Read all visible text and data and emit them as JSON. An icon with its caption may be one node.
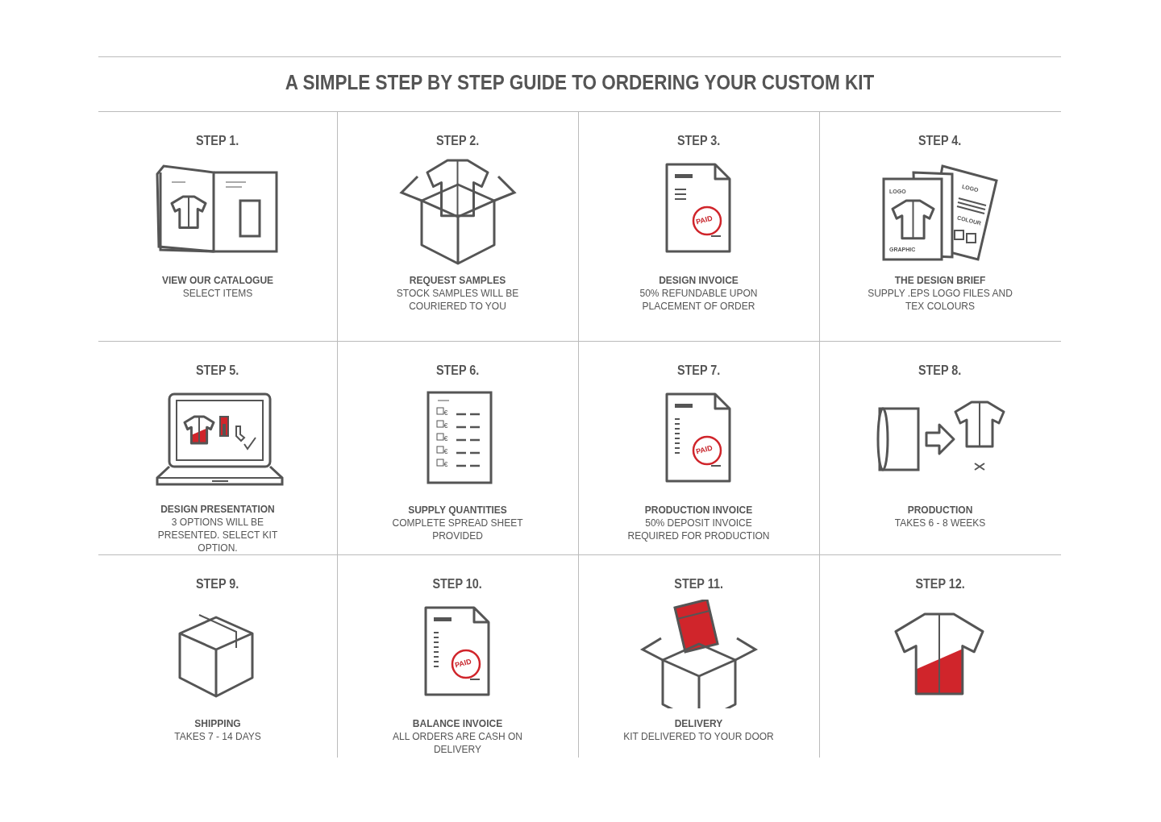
{
  "diagram": {
    "title": "A SIMPLE STEP BY STEP GUIDE TO ORDERING YOUR CUSTOM KIT",
    "nodes": [
      {
        "text": [
          "STEP 1.",
          "VIEW OUR CATALOGUE",
          "SELECT ITEMS"
        ]
      },
      {
        "text": [
          "STEP 2.",
          "REQUEST SAMPLES",
          "STOCK SAMPLES WILL BE COURIERED TO YOU"
        ]
      },
      {
        "text": [
          "STEP 3.",
          "DESIGN INVOICE",
          "50% REFUNDABLE UPON PLACEMENT OF ORDER"
        ]
      },
      {
        "text": [
          "STEP 4.",
          "THE DESIGN BRIEF",
          "SUPPLY .EPS LOGO FILES AND TEX COLOURS"
        ]
      },
      {
        "text": [
          "STEP 5.",
          "DESIGN PRESENTATION",
          "3 OPTIONS WILL BE PRESENTED. SELECT KIT OPTION."
        ]
      },
      {
        "text": [
          "STEP 6.",
          "SUPPLY QUANTITIES",
          "COMPLETE SPREAD SHEET PROVIDED"
        ]
      },
      {
        "text": [
          "STEP 7.",
          "PRODUCTION INVOICE",
          "50% DEPOSIT INVOICE REQUIRED FOR PRODUCTION"
        ]
      },
      {
        "text": [
          "STEP 8.",
          "PRODUCTION",
          "TAKES 6 - 8 WEEKS"
        ]
      },
      {
        "text": [
          "STEP 9.",
          "SHIPPING",
          "TAKES 7 - 14 DAYS"
        ]
      },
      {
        "text": [
          "STEP 10.",
          "BALANCE INVOICE",
          "ALL ORDERS ARE CASH ON DELIVERY"
        ]
      },
      {
        "text": [
          "STEP 11.",
          "DELIVERY",
          "KIT DELIVERED TO YOUR DOOR"
        ]
      },
      {
        "text": [
          "STEP 12."
        ]
      }
    ],
    "edges": [],
    "labels": [
      "PAID",
      "LOGO",
      "LOGO",
      "COLOUR",
      "GRAPHIC",
      "€",
      "€",
      "€",
      "€",
      "€",
      "PAID",
      "PAID"
    ]
  }
}
